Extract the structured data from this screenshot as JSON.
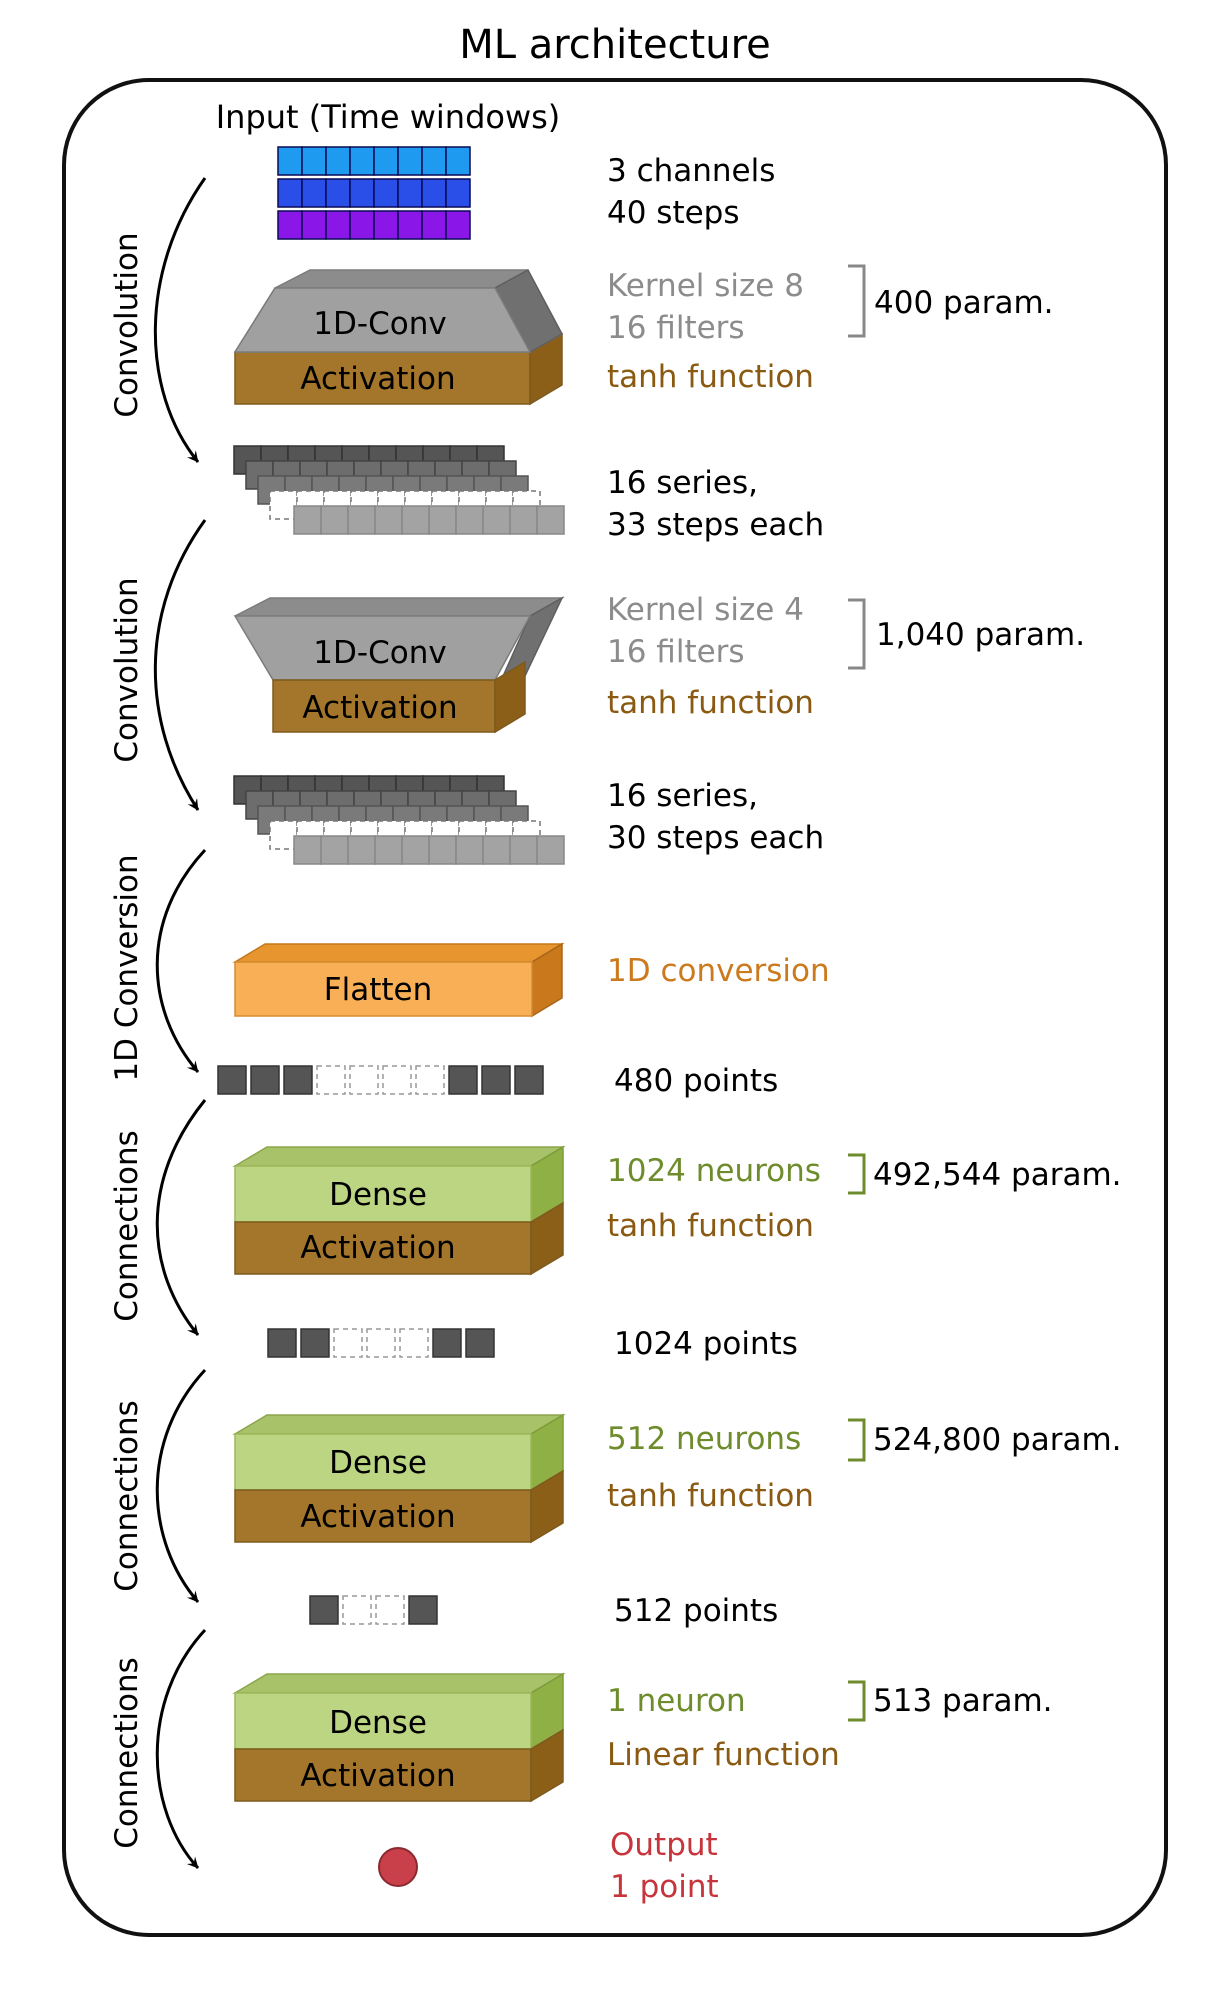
{
  "title": "ML architecture",
  "input_label": "Input (Time windows)",
  "side_labels": [
    "Convolution",
    "Convolution",
    "1D Conversion",
    "Connections",
    "Connections",
    "Connections"
  ],
  "shapes": {
    "input": [
      "3 channels",
      "40 steps"
    ],
    "conv1_out": [
      "16 series,",
      "33 steps each"
    ],
    "conv2_out": [
      "16 series,",
      "30 steps each"
    ],
    "flat_out": "480 points",
    "dense1_out": "1024 points",
    "dense2_out": "512 points",
    "output": [
      "Output",
      "1 point"
    ]
  },
  "layers": {
    "conv1": {
      "top": "1D-Conv",
      "bottom": "Activation",
      "desc": [
        "Kernel size 8",
        "16 filters"
      ],
      "act": "tanh function",
      "params": "400 param."
    },
    "conv2": {
      "top": "1D-Conv",
      "bottom": "Activation",
      "desc": [
        "Kernel size 4",
        "16 filters"
      ],
      "act": "tanh function",
      "params": "1,040 param."
    },
    "flatten": {
      "label": "Flatten",
      "desc": "1D conversion"
    },
    "dense1": {
      "top": "Dense",
      "bottom": "Activation",
      "desc": "1024 neurons",
      "act": "tanh function",
      "params": "492,544 param."
    },
    "dense2": {
      "top": "Dense",
      "bottom": "Activation",
      "desc": "512 neurons",
      "act": "tanh function",
      "params": "524,800 param."
    },
    "dense3": {
      "top": "Dense",
      "bottom": "Activation",
      "desc": "1 neuron",
      "act": "Linear function",
      "params": "513 param."
    }
  },
  "colors": {
    "conv_gray": "#a0a0a0",
    "activation_brown": "#a3762b",
    "flatten_orange": "#f9af56",
    "dense_green": "#bcd583",
    "channel_1": "#1e9bf0",
    "channel_2": "#2a4fe8",
    "channel_3": "#8a17e8",
    "text_gray": "#8c8c8c",
    "text_brown": "#8a5a12",
    "text_orange": "#cc7a1e",
    "text_green": "#6f8c2d",
    "text_red": "#c7353c",
    "output_red": "#c9404a"
  }
}
